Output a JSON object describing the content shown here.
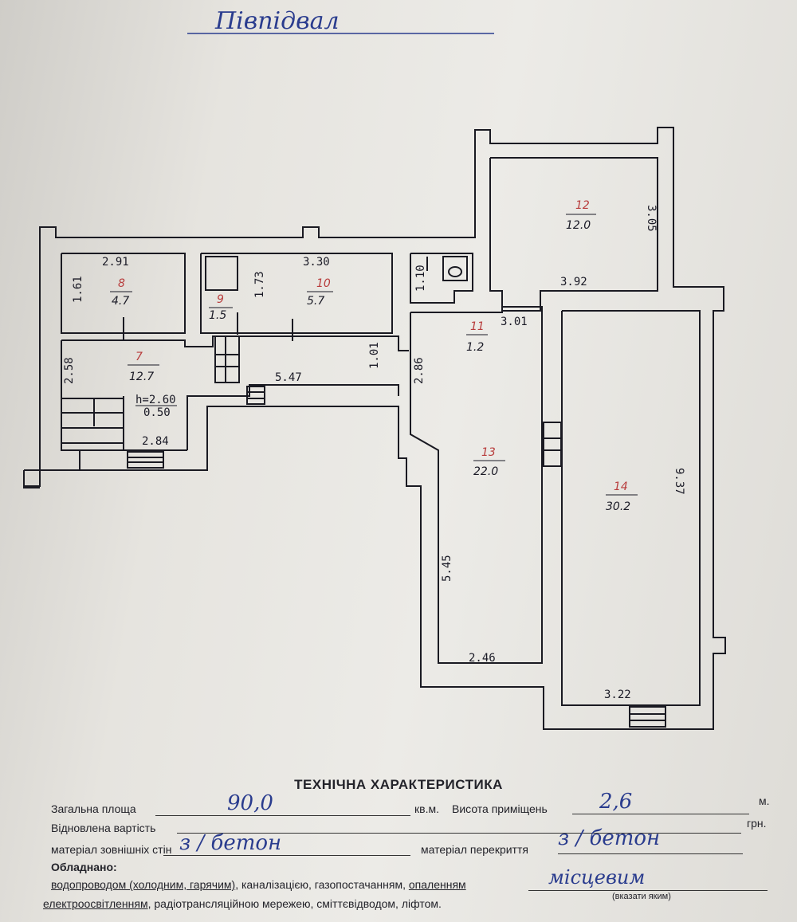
{
  "header": {
    "title": "Півпідвал"
  },
  "rooms": [
    {
      "num": "8",
      "area": "4.7"
    },
    {
      "num": "9",
      "area": "1.5"
    },
    {
      "num": "10",
      "area": "5.7"
    },
    {
      "num": "11",
      "area": "1.2"
    },
    {
      "num": "12",
      "area": "12.0"
    },
    {
      "num": "13",
      "area": "22.0"
    },
    {
      "num": "14",
      "area": "30.2"
    },
    {
      "num": "7",
      "area": "12.7"
    }
  ],
  "dimensions": {
    "d2_91": "2.91",
    "d1_61": "1.61",
    "d3_30": "3.30",
    "d1_73": "1.73",
    "d1_10": "1.10",
    "d3_05": "3.05",
    "d3_92": "3.92",
    "d3_01": "3.01",
    "d2_58": "2.58",
    "d5_47": "5.47",
    "d1_01": "1.01",
    "d2_86": "2.86",
    "d2_84": "2.84",
    "d5_45": "5.45",
    "d2_46": "2.46",
    "d9_37": "9.37",
    "d3_22": "3.22",
    "height_top": "h=2.60",
    "height_bottom": "0.50"
  },
  "tech": {
    "title": "ТЕХНІЧНА ХАРАКТЕРИСТИКА",
    "total_area_label": "Загальна площа",
    "total_area_value": "90,0",
    "total_area_unit": "кв.м.",
    "height_label": "Висота приміщень",
    "height_value": "2,6",
    "height_unit": "м.",
    "cost_label": "Відновлена вартість",
    "cost_unit": "грн.",
    "walls_label": "матеріал зовнішніх стін",
    "walls_value": "з / бетон",
    "ceiling_label": "матеріал перекриття",
    "ceiling_value": "з / бетон",
    "equipped_label": "Обладнано:",
    "line1_a": "водопроводом (холодним, гарячим)",
    "line1_b": ", каналізацією, газопостачанням, ",
    "line1_c": "опаленням",
    "heating_value": "місцевим",
    "specify_note": "(вказати яким)",
    "line2_a": "електроосвітленням",
    "line2_b": ", радіотрансляційною мережею, сміттєвідводом, ліфтом."
  }
}
